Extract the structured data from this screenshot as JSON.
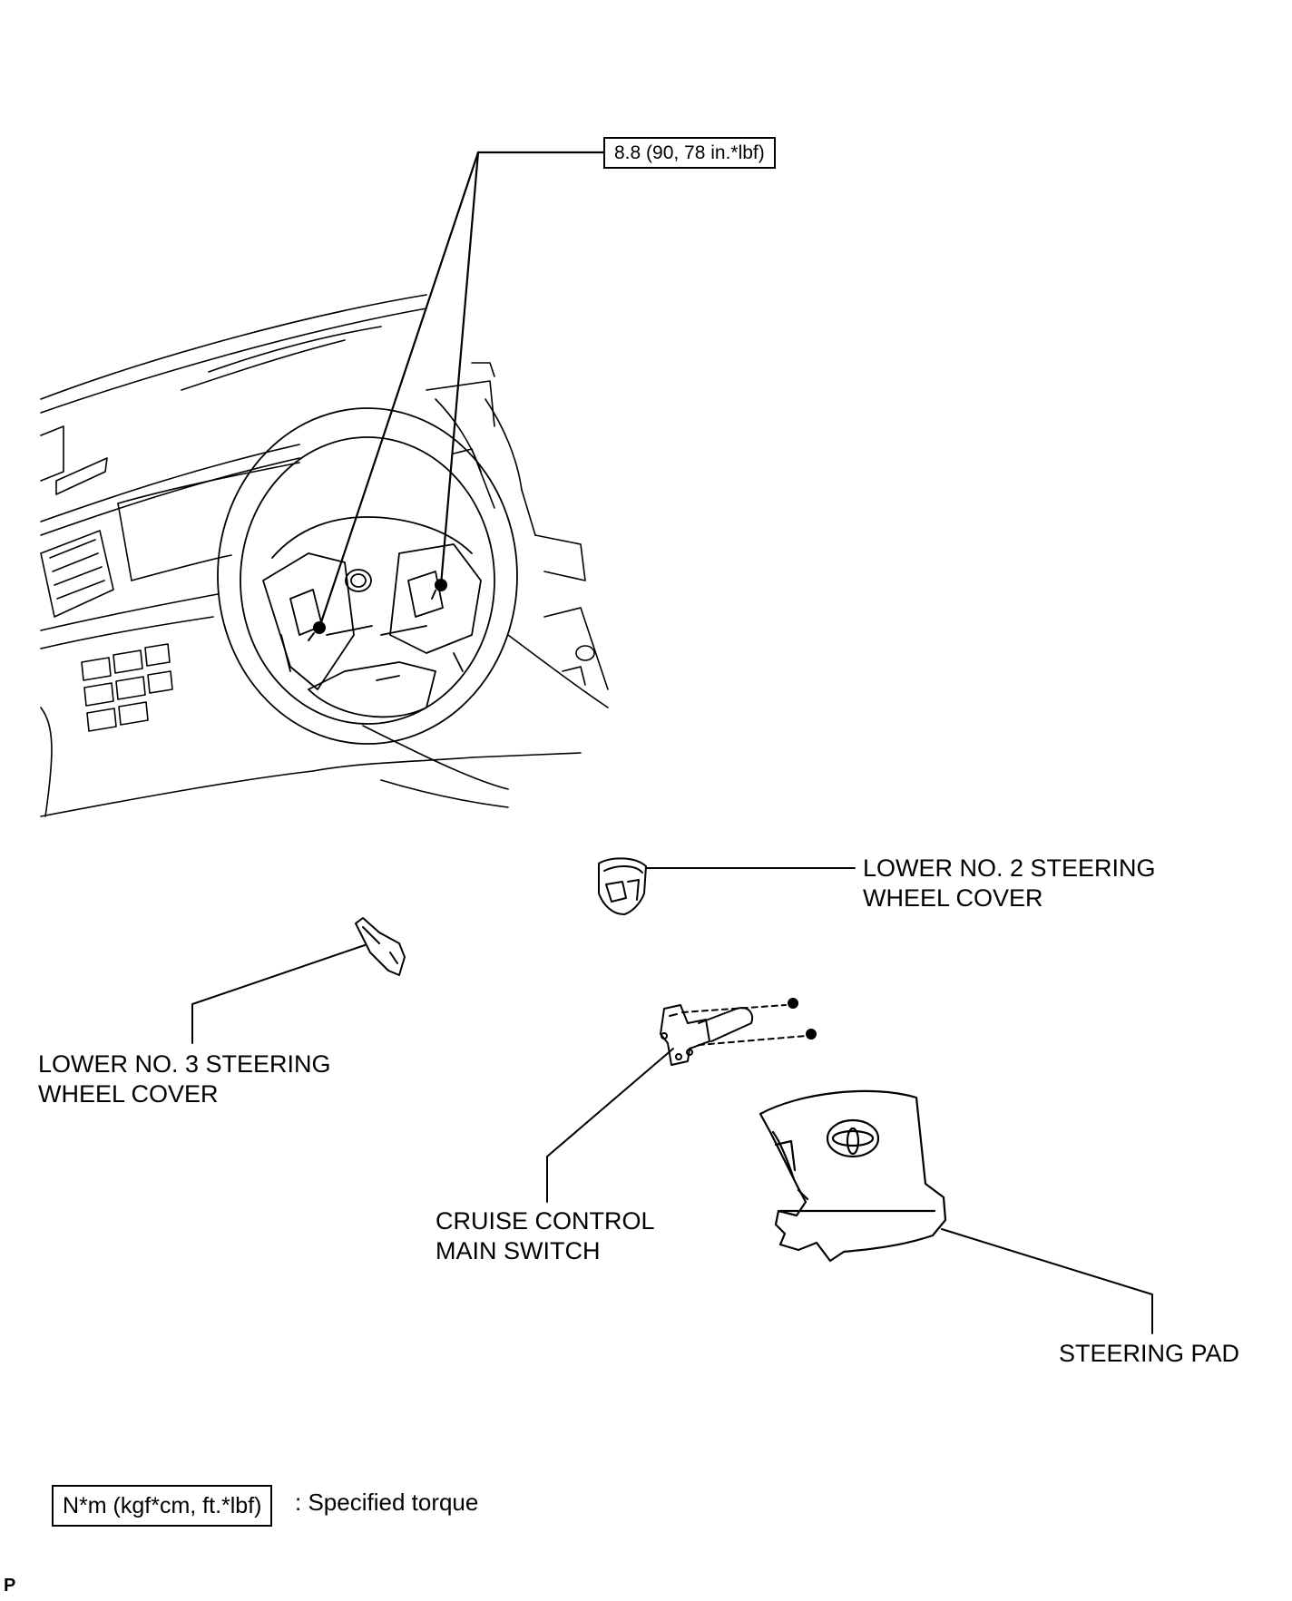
{
  "torque_callout": "8.8 (90, 78 in.*lbf)",
  "parts": {
    "lower_no2_cover": [
      "LOWER NO. 2 STEERING",
      "WHEEL COVER"
    ],
    "lower_no3_cover": [
      "LOWER NO. 3 STEERING",
      "WHEEL COVER"
    ],
    "cruise_switch": [
      "CRUISE CONTROL",
      "MAIN SWITCH"
    ],
    "steering_pad": "STEERING PAD"
  },
  "legend": {
    "unit_box": "N*m (kgf*cm, ft.*lbf)",
    "description": ": Specified torque"
  },
  "corner_code": "P"
}
